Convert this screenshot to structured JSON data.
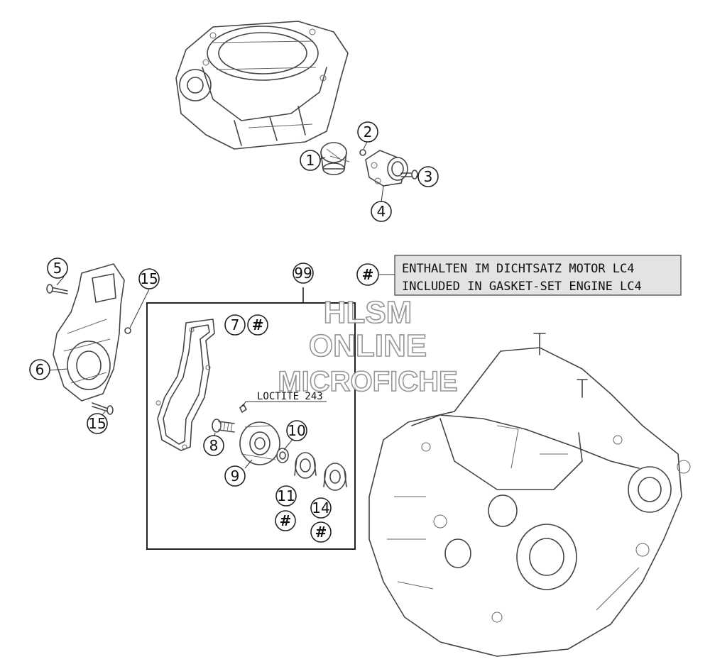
{
  "diagram": {
    "callouts": [
      {
        "label": "1",
        "hash": false
      },
      {
        "label": "2",
        "hash": false
      },
      {
        "label": "3",
        "hash": false
      },
      {
        "label": "4",
        "hash": false
      },
      {
        "label": "5",
        "hash": false
      },
      {
        "label": "6",
        "hash": false
      },
      {
        "label": "15",
        "hash": false
      },
      {
        "label": "15",
        "hash": false
      },
      {
        "label": "99",
        "hash": false
      },
      {
        "label": "7",
        "hash": true
      },
      {
        "label": "8",
        "hash": false
      },
      {
        "label": "9",
        "hash": false
      },
      {
        "label": "10",
        "hash": false
      },
      {
        "label": "11",
        "hash": true
      },
      {
        "label": "14",
        "hash": true
      }
    ],
    "hash_symbol": "#",
    "loctite_label": "LOCTITE 243",
    "legend": {
      "symbol": "#",
      "line1": "ENTHALTEN IM DICHTSATZ MOTOR LC4",
      "line2": "INCLUDED IN GASKET-SET ENGINE LC4"
    },
    "watermark": {
      "line1": "HLSM",
      "line2": "ONLINE",
      "line3": "MICROFICHE"
    },
    "colors": {
      "ink": "#111111",
      "legend_fill": "#e3e3e3",
      "watermark_outline": "#8a8a8a"
    }
  }
}
